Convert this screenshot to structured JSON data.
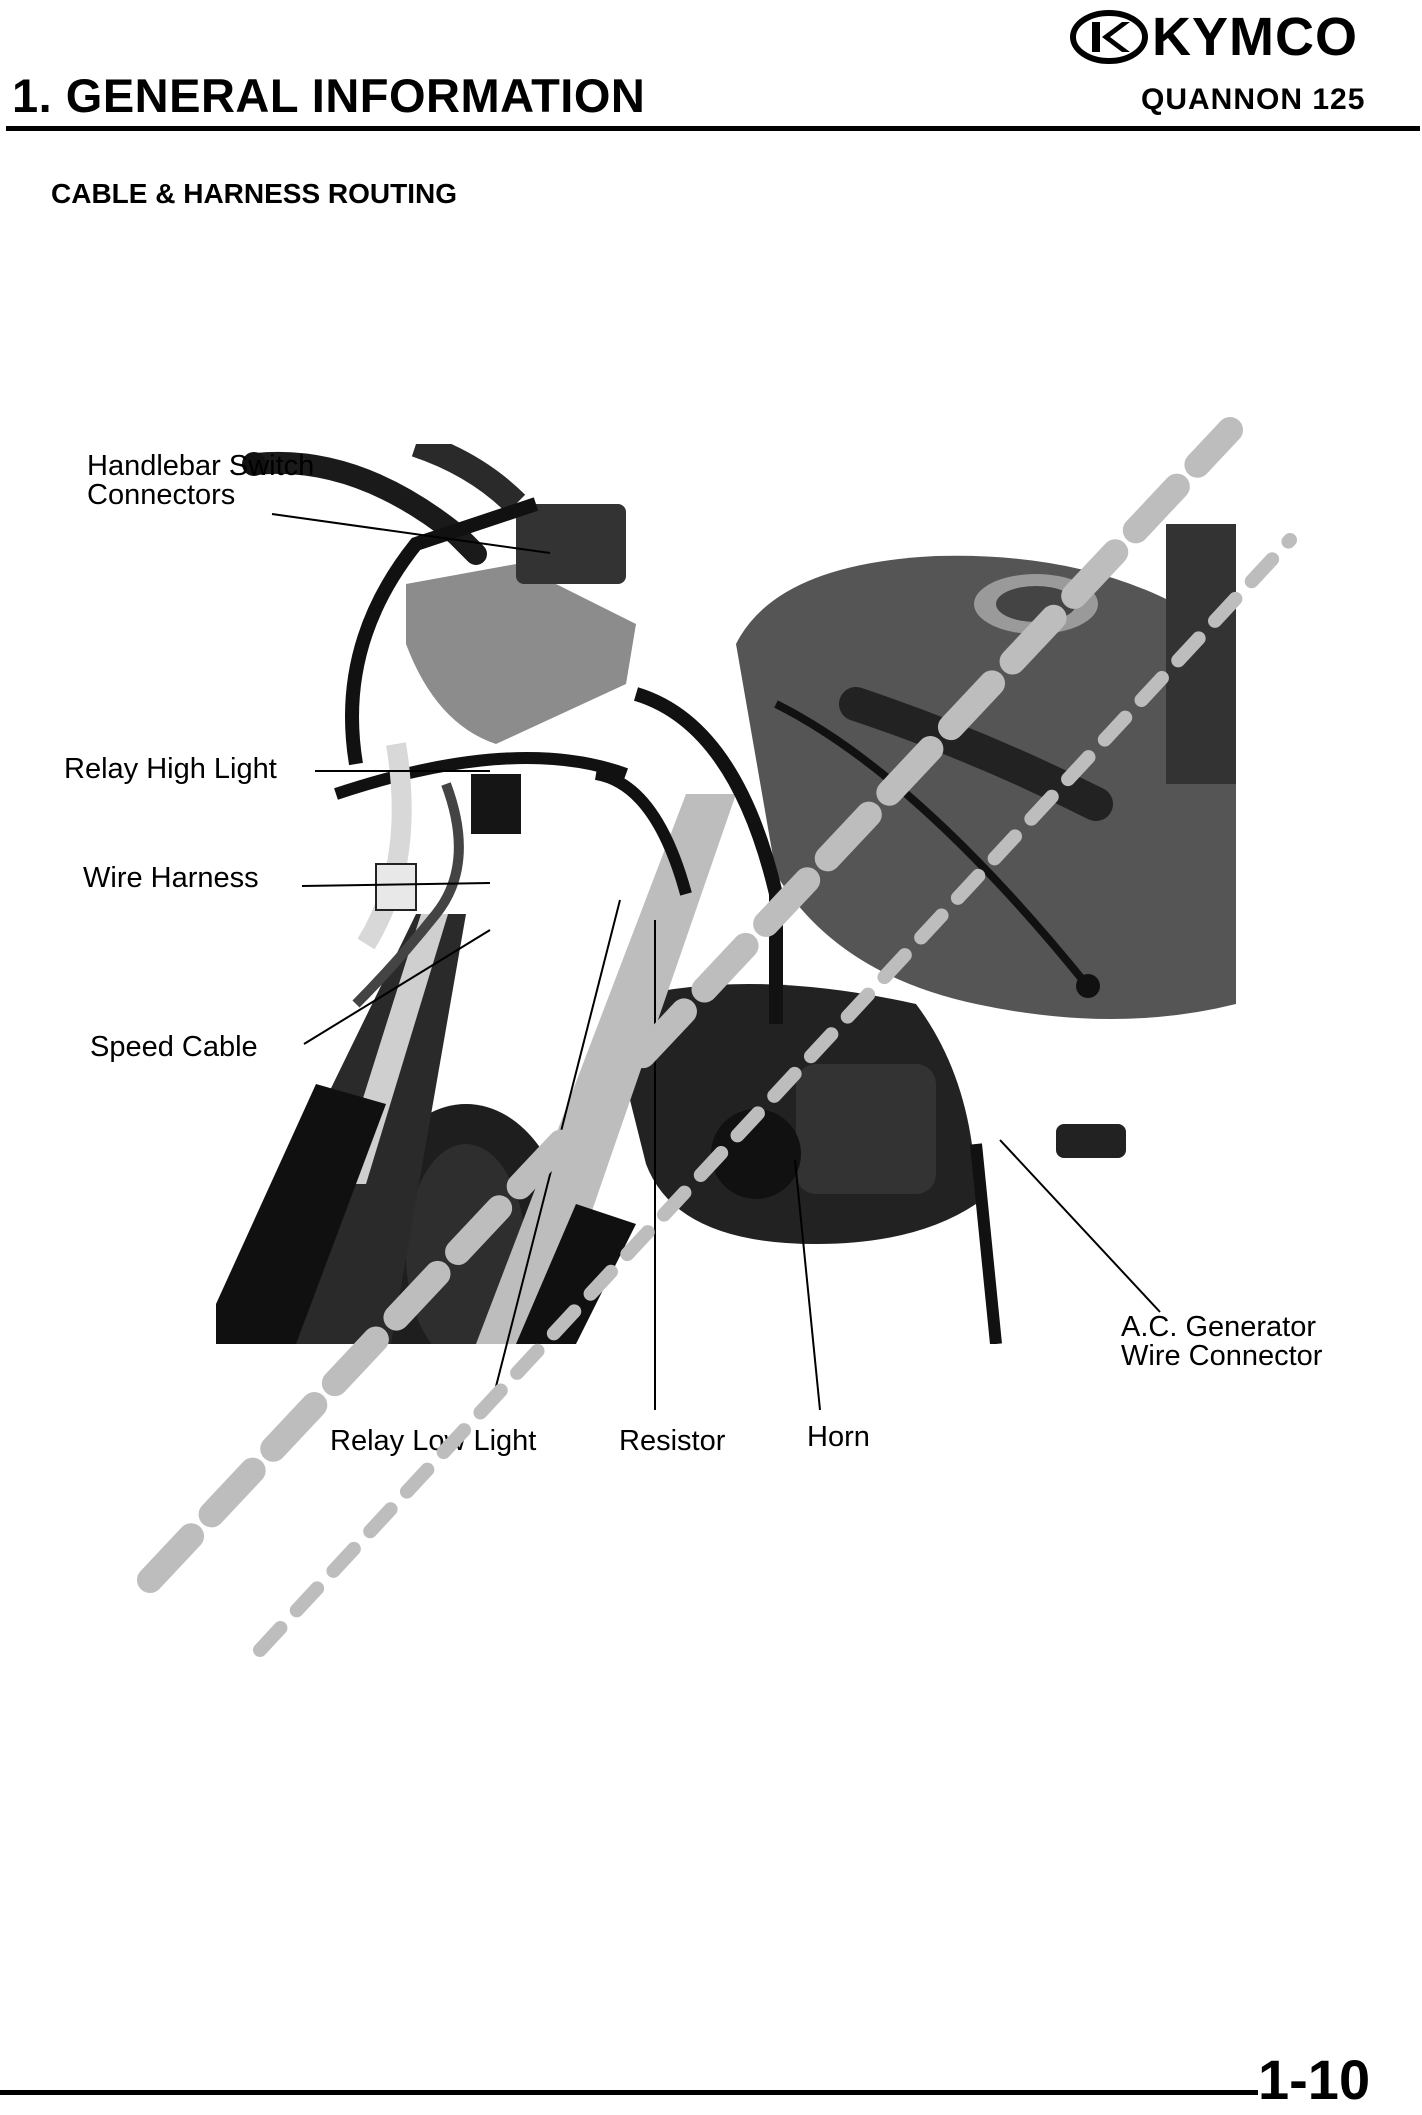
{
  "header": {
    "brand": "KYMCO",
    "section_title": "1. GENERAL INFORMATION",
    "model": "QUANNON 125"
  },
  "subtitle": "CABLE & HARNESS ROUTING",
  "figure": {
    "callouts": {
      "handlebar_switch_line1": "Handlebar Switch",
      "handlebar_switch_line2": "Connectors",
      "relay_high_light": "Relay High Light",
      "wire_harness": "Wire Harness",
      "speed_cable": "Speed Cable",
      "relay_low_light": "Relay Low Light",
      "resistor": "Resistor",
      "horn": "Horn",
      "ac_generator_line1": "A.C. Generator",
      "ac_generator_line2": "Wire Connector"
    }
  },
  "footer": {
    "page_number": "1-10"
  },
  "colors": {
    "ink": "#000000",
    "paper": "#ffffff",
    "photo_dark": "#1a1a1a",
    "watermark": "#bdbdbd"
  }
}
